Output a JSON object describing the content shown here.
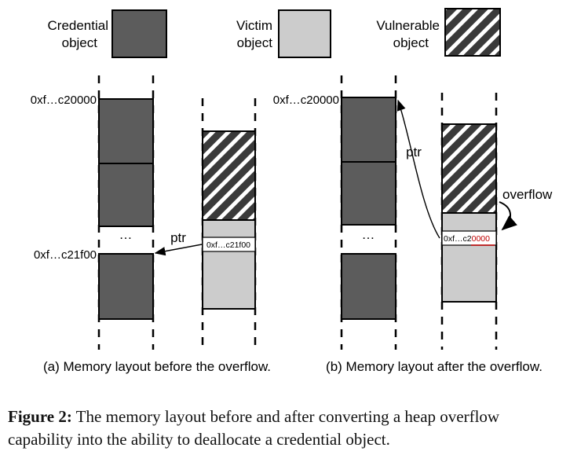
{
  "legend": {
    "credential_label_l1": "Credential",
    "credential_label_l2": "object",
    "victim_label_l1": "Victim",
    "victim_label_l2": "object",
    "vulnerable_label_l1": "Vulnerable",
    "vulnerable_label_l2": "object"
  },
  "colors": {
    "credential": "#5c5c5c",
    "victim": "#cccccc",
    "vulnerable_bg": "#3a3a3a",
    "hatch": "#ffffff",
    "highlight": "#c00000"
  },
  "panel_a": {
    "addr_top": "0xf…c20000",
    "addr_bottom": "0xf…c21f00",
    "ellipsis": "…",
    "ptr_label": "ptr",
    "field_value": "0xf…c21f00",
    "subcaption": "(a) Memory layout before the overflow."
  },
  "panel_b": {
    "addr_top": "0xf…c20000",
    "ellipsis": "…",
    "ptr_label": "ptr",
    "overflow_label": "overflow",
    "field_prefix": "0xf…c2",
    "field_overwritten": "0000",
    "subcaption": "(b) Memory layout after the overflow."
  },
  "caption": {
    "label": "Figure 2:",
    "text": " The memory layout before and after converting a heap overflow capability into the ability to deallocate a credential object."
  }
}
